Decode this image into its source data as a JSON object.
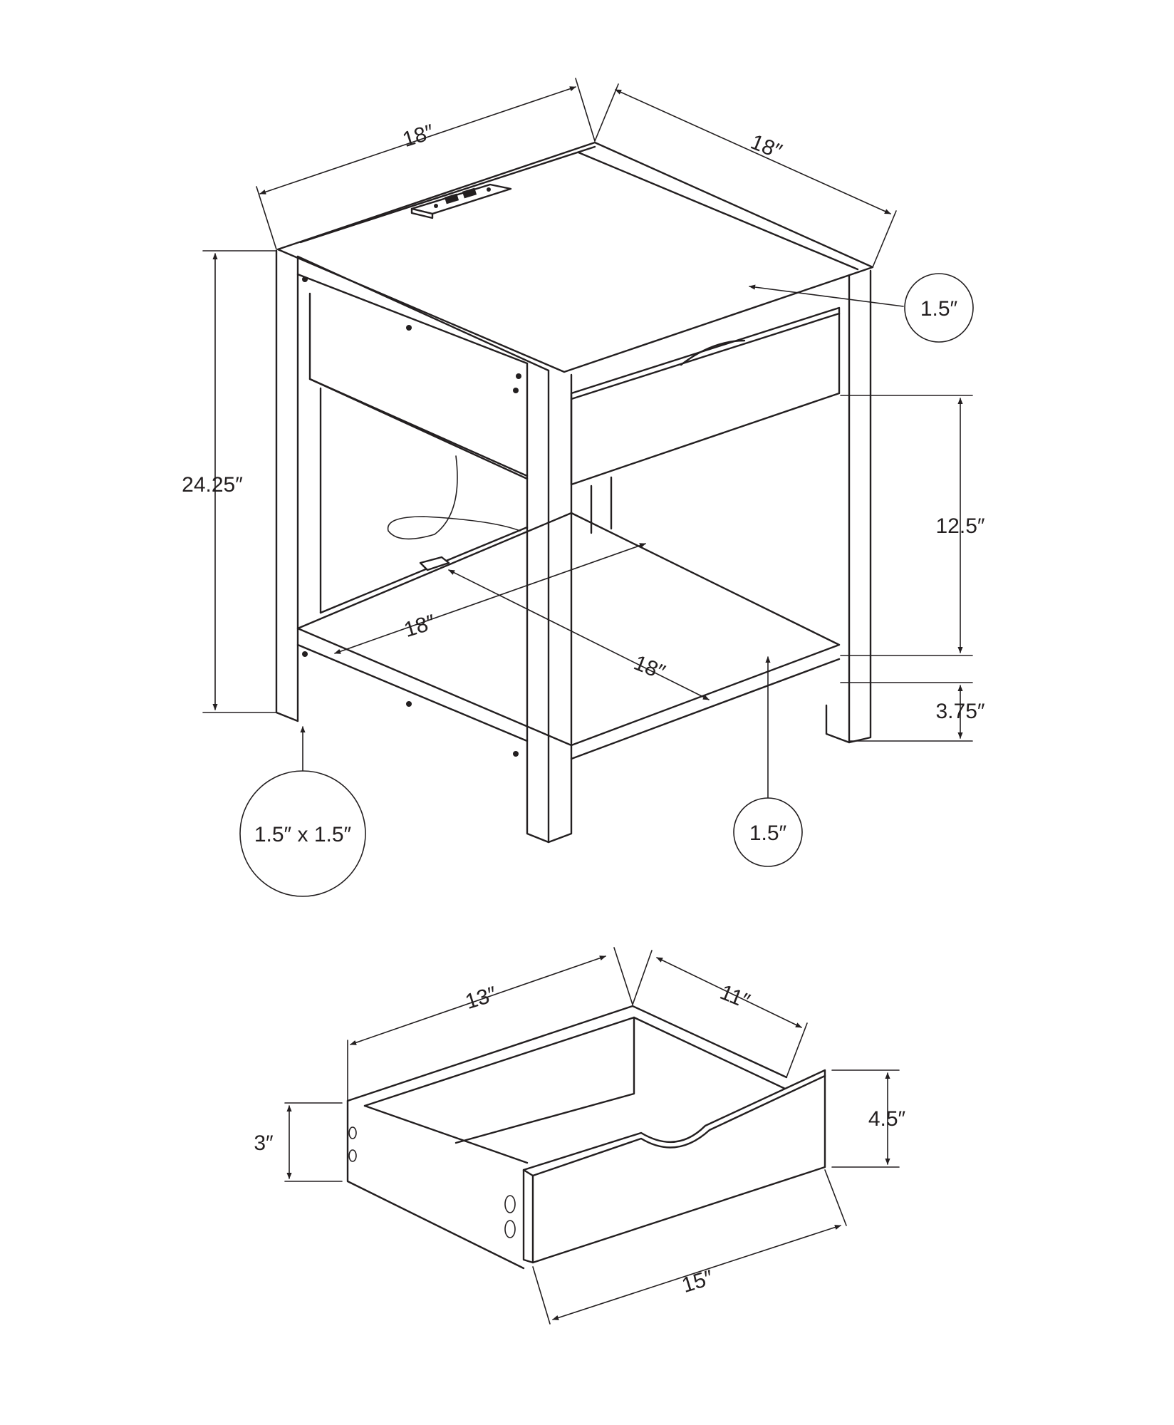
{
  "colors": {
    "ink": "#231f20",
    "background": "#ffffff"
  },
  "table": {
    "top_width": "18″",
    "top_depth": "18″",
    "height": "24.25″",
    "top_thickness": "1.5″",
    "drawer_gap": "12.5″",
    "floor_clearance": "3.75″",
    "shelf_width": "18″",
    "shelf_depth": "18″",
    "leg_size": "1.5″ x 1.5″",
    "shelf_thickness": "1.5″"
  },
  "drawer": {
    "width": "13″",
    "depth": "11″",
    "side_height": "3″",
    "front_height": "4.5″",
    "front_width": "15″"
  }
}
